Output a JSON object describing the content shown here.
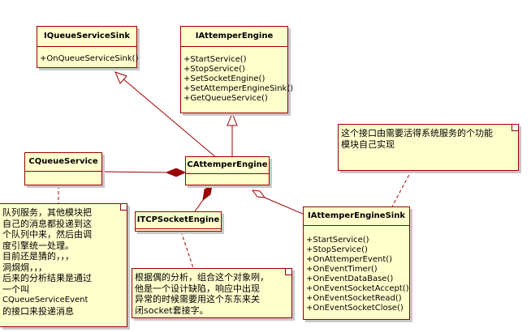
{
  "classes": {
    "iqueue_service_sink": {
      "name": "IQueueServiceSink",
      "operations": [
        "+OnQueueServiceSink()"
      ]
    },
    "iattemper_engine": {
      "name": "IAttemperEngine",
      "operations": [
        "+StartService()",
        "+StopService()",
        "+SetSocketEngine()",
        "+SetAttemperEngineSink()",
        "+GetQueueService()"
      ]
    },
    "cqueue_service": {
      "name": "CQueueService"
    },
    "cattemper_engine": {
      "name": "CAttemperEngine"
    },
    "itcp_socket_engine": {
      "name": "ITCPSocketEngine"
    },
    "iattemper_engine_sink": {
      "name": "IAttemperEngineSink",
      "operations": [
        "+StartService()",
        "+StopService()",
        "+OnAttemperEvent()",
        "+OnEventTimer()",
        "+OnEventDataBase()",
        "+OnEventSocketAccept()",
        "+OnEventSocketRead()",
        "+OnEventSocketClose()"
      ]
    }
  },
  "notes": {
    "interface_note": [
      "这个接口由需要活得系统服务的个功能",
      "模块自己实现"
    ],
    "queue_note": [
      "队列服务，其他模块把",
      "自己的消息都投递到这",
      "个队列中来，然后由调",
      "度引擎统一处理。",
      "目前还是猜的，，，",
      "洞烔烔，，，",
      "后来的分析结果是通过",
      "一个叫",
      "CQueueServiceEvent",
      "的接口来投递消息"
    ],
    "socket_note": [
      "根据偶的分析，组合这个对象咧，",
      "他是一个设计缺陷，响应中出现",
      "异常的时候需要用这个东东来关",
      "闭socket套接字。"
    ]
  },
  "colors": {
    "line": "#990000",
    "fill": "#ffffcc"
  }
}
